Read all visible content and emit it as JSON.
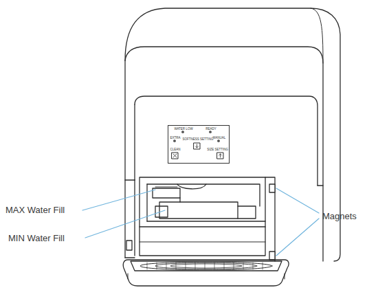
{
  "diagram": {
    "nodes": [
      {
        "text": [
          "WATER LOW",
          "READY",
          "EXTRA",
          "SOFTNESS SETTING",
          "MANUAL",
          "CLEAN",
          "SIZE SETTING"
        ]
      }
    ],
    "labels": [
      "MAX Water Fill",
      "MIN Water Fill",
      "Magnets"
    ]
  }
}
